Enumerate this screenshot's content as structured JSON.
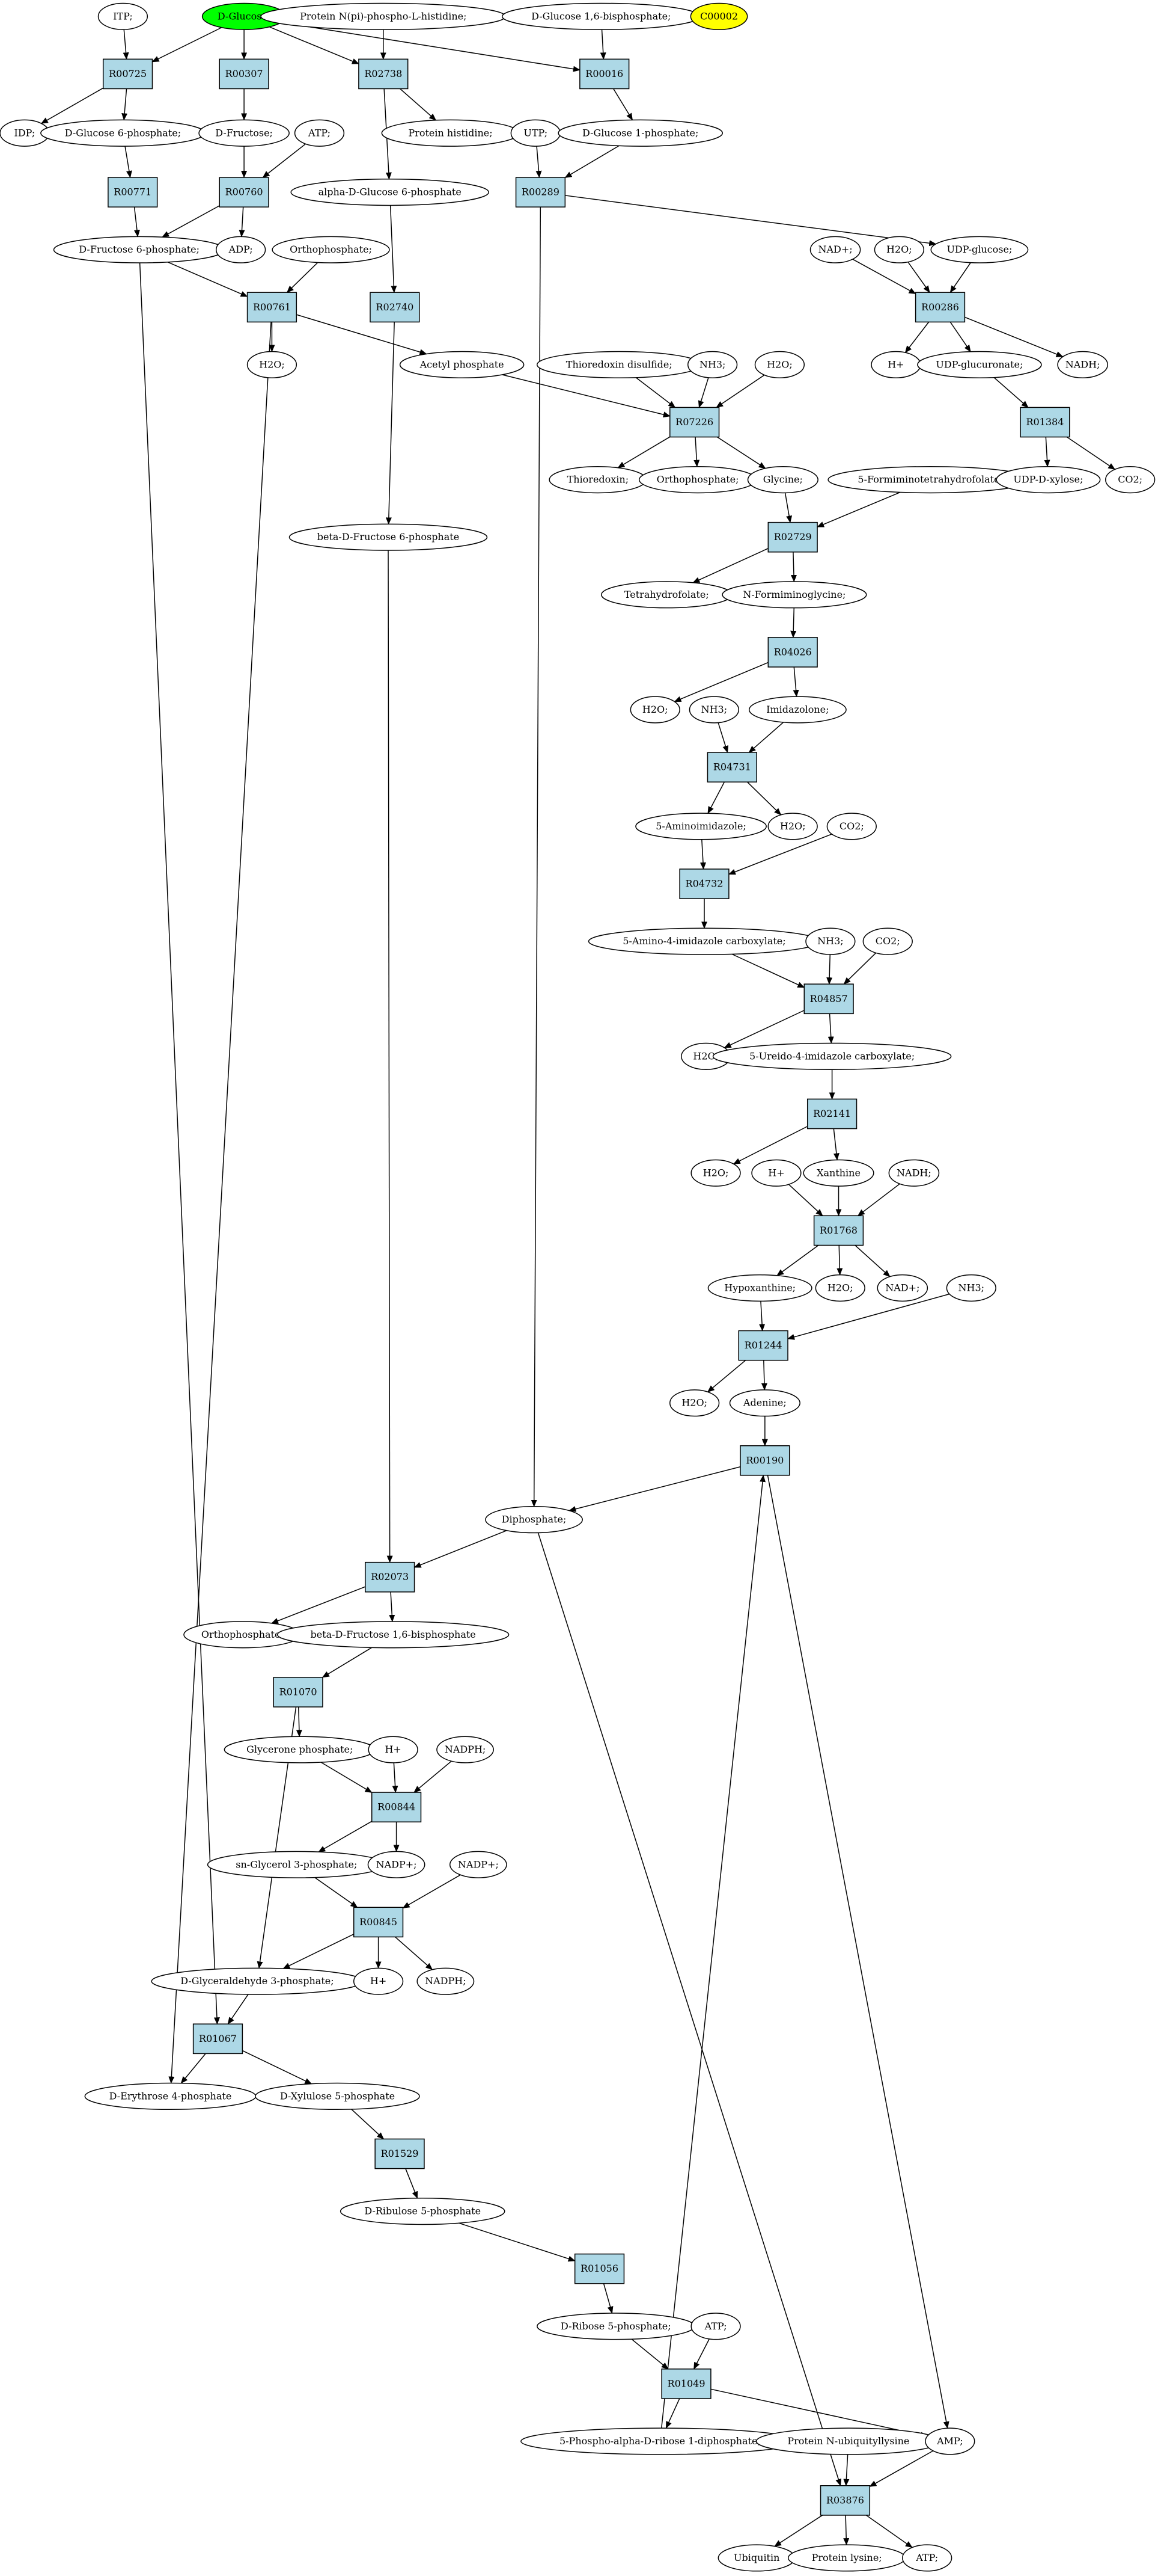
{
  "colors": {
    "reaction_fill": "#add8e6",
    "compound_fill": "#ffffff",
    "start_fill": "#00ff00",
    "query_fill": "#ffff00"
  },
  "nodes": [
    {
      "id": "itp",
      "label": "ITP;",
      "kind": "compound"
    },
    {
      "id": "dglucose",
      "label": "D-Glucose;",
      "kind": "start"
    },
    {
      "id": "protnphos",
      "label": "Protein N(pi)-phospho-L-histidine;",
      "kind": "compound"
    },
    {
      "id": "dglc16bp",
      "label": "D-Glucose 1,6-bisphosphate;",
      "kind": "compound"
    },
    {
      "id": "c00002",
      "label": "C00002",
      "kind": "query"
    },
    {
      "id": "R00725",
      "label": "R00725",
      "kind": "reaction"
    },
    {
      "id": "R00307",
      "label": "R00307",
      "kind": "reaction"
    },
    {
      "id": "R02738",
      "label": "R02738",
      "kind": "reaction"
    },
    {
      "id": "R00016",
      "label": "R00016",
      "kind": "reaction"
    },
    {
      "id": "idp",
      "label": "IDP;",
      "kind": "compound"
    },
    {
      "id": "dg6p",
      "label": "D-Glucose 6-phosphate;",
      "kind": "compound"
    },
    {
      "id": "dfructose",
      "label": "D-Fructose;",
      "kind": "compound"
    },
    {
      "id": "atp1",
      "label": "ATP;",
      "kind": "compound"
    },
    {
      "id": "prothis",
      "label": "Protein histidine;",
      "kind": "compound"
    },
    {
      "id": "utp",
      "label": "UTP;",
      "kind": "compound"
    },
    {
      "id": "dg1p",
      "label": "D-Glucose 1-phosphate;",
      "kind": "compound"
    },
    {
      "id": "R00771",
      "label": "R00771",
      "kind": "reaction"
    },
    {
      "id": "R00760",
      "label": "R00760",
      "kind": "reaction"
    },
    {
      "id": "adg6p",
      "label": "alpha-D-Glucose 6-phosphate",
      "kind": "compound"
    },
    {
      "id": "R00289",
      "label": "R00289",
      "kind": "reaction"
    },
    {
      "id": "df6p",
      "label": "D-Fructose 6-phosphate;",
      "kind": "compound"
    },
    {
      "id": "adp",
      "label": "ADP;",
      "kind": "compound"
    },
    {
      "id": "ortho1",
      "label": "Orthophosphate;",
      "kind": "compound"
    },
    {
      "id": "nadp1",
      "label": "NAD+;",
      "kind": "compound"
    },
    {
      "id": "h2o1",
      "label": "H2O;",
      "kind": "compound"
    },
    {
      "id": "udpglc",
      "label": "UDP-glucose;",
      "kind": "compound"
    },
    {
      "id": "R00761",
      "label": "R00761",
      "kind": "reaction"
    },
    {
      "id": "R02740",
      "label": "R02740",
      "kind": "reaction"
    },
    {
      "id": "R00286",
      "label": "R00286",
      "kind": "reaction"
    },
    {
      "id": "h2o2",
      "label": "H2O;",
      "kind": "compound"
    },
    {
      "id": "acetylp",
      "label": "Acetyl phosphate",
      "kind": "compound"
    },
    {
      "id": "thiodis",
      "label": "Thioredoxin disulfide;",
      "kind": "compound"
    },
    {
      "id": "nh3a",
      "label": "NH3;",
      "kind": "compound"
    },
    {
      "id": "h2o3",
      "label": "H2O;",
      "kind": "compound"
    },
    {
      "id": "hplus1",
      "label": "H+",
      "kind": "compound"
    },
    {
      "id": "udpglcur",
      "label": "UDP-glucuronate;",
      "kind": "compound"
    },
    {
      "id": "nadh1",
      "label": "NADH;",
      "kind": "compound"
    },
    {
      "id": "R07226",
      "label": "R07226",
      "kind": "reaction"
    },
    {
      "id": "R01384",
      "label": "R01384",
      "kind": "reaction"
    },
    {
      "id": "thiored",
      "label": "Thioredoxin;",
      "kind": "compound"
    },
    {
      "id": "ortho2",
      "label": "Orthophosphate;",
      "kind": "compound"
    },
    {
      "id": "glycine",
      "label": "Glycine;",
      "kind": "compound"
    },
    {
      "id": "fthf",
      "label": "5-Formiminotetrahydrofolate;",
      "kind": "compound"
    },
    {
      "id": "udpxyl",
      "label": "UDP-D-xylose;",
      "kind": "compound"
    },
    {
      "id": "co2a",
      "label": "CO2;",
      "kind": "compound"
    },
    {
      "id": "bdf6p",
      "label": "beta-D-Fructose 6-phosphate",
      "kind": "compound"
    },
    {
      "id": "R02729",
      "label": "R02729",
      "kind": "reaction"
    },
    {
      "id": "thf",
      "label": "Tetrahydrofolate;",
      "kind": "compound"
    },
    {
      "id": "nfgly",
      "label": "N-Formiminoglycine;",
      "kind": "compound"
    },
    {
      "id": "R04026",
      "label": "R04026",
      "kind": "reaction"
    },
    {
      "id": "h2o4",
      "label": "H2O;",
      "kind": "compound"
    },
    {
      "id": "nh3b",
      "label": "NH3;",
      "kind": "compound"
    },
    {
      "id": "imidazolone",
      "label": "Imidazolone;",
      "kind": "compound"
    },
    {
      "id": "R04731",
      "label": "R04731",
      "kind": "reaction"
    },
    {
      "id": "aminoimid",
      "label": "5-Aminoimidazole;",
      "kind": "compound"
    },
    {
      "id": "h2o5",
      "label": "H2O;",
      "kind": "compound"
    },
    {
      "id": "co2b",
      "label": "CO2;",
      "kind": "compound"
    },
    {
      "id": "R04732",
      "label": "R04732",
      "kind": "reaction"
    },
    {
      "id": "aicarb",
      "label": "5-Amino-4-imidazole carboxylate;",
      "kind": "compound"
    },
    {
      "id": "nh3c",
      "label": "NH3;",
      "kind": "compound"
    },
    {
      "id": "co2c",
      "label": "CO2;",
      "kind": "compound"
    },
    {
      "id": "R04857",
      "label": "R04857",
      "kind": "reaction"
    },
    {
      "id": "h2o6",
      "label": "H2O;",
      "kind": "compound"
    },
    {
      "id": "uicarb",
      "label": "5-Ureido-4-imidazole carboxylate;",
      "kind": "compound"
    },
    {
      "id": "R02141",
      "label": "R02141",
      "kind": "reaction"
    },
    {
      "id": "h2o7",
      "label": "H2O;",
      "kind": "compound"
    },
    {
      "id": "hplus2",
      "label": "H+",
      "kind": "compound"
    },
    {
      "id": "xanthine",
      "label": "Xanthine",
      "kind": "compound"
    },
    {
      "id": "nadh2",
      "label": "NADH;",
      "kind": "compound"
    },
    {
      "id": "R01768",
      "label": "R01768",
      "kind": "reaction"
    },
    {
      "id": "hypox",
      "label": "Hypoxanthine;",
      "kind": "compound"
    },
    {
      "id": "h2o8",
      "label": "H2O;",
      "kind": "compound"
    },
    {
      "id": "nadplus2",
      "label": "NAD+;",
      "kind": "compound"
    },
    {
      "id": "nh3d",
      "label": "NH3;",
      "kind": "compound"
    },
    {
      "id": "R01244",
      "label": "R01244",
      "kind": "reaction"
    },
    {
      "id": "h2o9",
      "label": "H2O;",
      "kind": "compound"
    },
    {
      "id": "adenine",
      "label": "Adenine;",
      "kind": "compound"
    },
    {
      "id": "R00190",
      "label": "R00190",
      "kind": "reaction"
    },
    {
      "id": "diphos",
      "label": "Diphosphate;",
      "kind": "compound"
    },
    {
      "id": "R02073",
      "label": "R02073",
      "kind": "reaction"
    },
    {
      "id": "ortho3",
      "label": "Orthophosphate;",
      "kind": "compound"
    },
    {
      "id": "bdf16bp",
      "label": "beta-D-Fructose 1,6-bisphosphate",
      "kind": "compound"
    },
    {
      "id": "R01070",
      "label": "R01070",
      "kind": "reaction"
    },
    {
      "id": "glyceronep",
      "label": "Glycerone phosphate;",
      "kind": "compound"
    },
    {
      "id": "hplus3",
      "label": "H+",
      "kind": "compound"
    },
    {
      "id": "nadph1",
      "label": "NADPH;",
      "kind": "compound"
    },
    {
      "id": "R00844",
      "label": "R00844",
      "kind": "reaction"
    },
    {
      "id": "sng3p",
      "label": "sn-Glycerol 3-phosphate;",
      "kind": "compound"
    },
    {
      "id": "nadpplus1",
      "label": "NADP+;",
      "kind": "compound"
    },
    {
      "id": "nadpplus2",
      "label": "NADP+;",
      "kind": "compound"
    },
    {
      "id": "R00845",
      "label": "R00845",
      "kind": "reaction"
    },
    {
      "id": "dga3p",
      "label": "D-Glyceraldehyde 3-phosphate;",
      "kind": "compound"
    },
    {
      "id": "hplus4",
      "label": "H+",
      "kind": "compound"
    },
    {
      "id": "nadph2",
      "label": "NADPH;",
      "kind": "compound"
    },
    {
      "id": "R01067",
      "label": "R01067",
      "kind": "reaction"
    },
    {
      "id": "de4p",
      "label": "D-Erythrose 4-phosphate",
      "kind": "compound"
    },
    {
      "id": "dx5p",
      "label": "D-Xylulose 5-phosphate",
      "kind": "compound"
    },
    {
      "id": "R01529",
      "label": "R01529",
      "kind": "reaction"
    },
    {
      "id": "dru5p",
      "label": "D-Ribulose 5-phosphate",
      "kind": "compound"
    },
    {
      "id": "R01056",
      "label": "R01056",
      "kind": "reaction"
    },
    {
      "id": "dr5p",
      "label": "D-Ribose 5-phosphate;",
      "kind": "compound"
    },
    {
      "id": "atp2",
      "label": "ATP;",
      "kind": "compound"
    },
    {
      "id": "R01049",
      "label": "R01049",
      "kind": "reaction"
    },
    {
      "id": "prpp",
      "label": "5-Phospho-alpha-D-ribose 1-diphosphate;",
      "kind": "compound"
    },
    {
      "id": "protnubl",
      "label": "Protein N-ubiquityllysine",
      "kind": "compound"
    },
    {
      "id": "amp",
      "label": "AMP;",
      "kind": "compound"
    },
    {
      "id": "R03876",
      "label": "R03876",
      "kind": "reaction"
    },
    {
      "id": "ubiquitin",
      "label": "Ubiquitin",
      "kind": "compound"
    },
    {
      "id": "protlys",
      "label": "Protein lysine;",
      "kind": "compound"
    },
    {
      "id": "atp3",
      "label": "ATP;",
      "kind": "compound"
    }
  ],
  "edges": [
    [
      "itp",
      "R00725"
    ],
    [
      "dglucose",
      "R00725"
    ],
    [
      "dglucose",
      "R00307"
    ],
    [
      "dglucose",
      "R02738"
    ],
    [
      "dglucose",
      "R00016"
    ],
    [
      "protnphos",
      "R02738"
    ],
    [
      "dglc16bp",
      "R00016"
    ],
    [
      "R00725",
      "idp"
    ],
    [
      "R00725",
      "dg6p"
    ],
    [
      "R00307",
      "dfructose"
    ],
    [
      "R02738",
      "prothis"
    ],
    [
      "R02738",
      "adg6p"
    ],
    [
      "R00016",
      "dg1p"
    ],
    [
      "dg6p",
      "R00771"
    ],
    [
      "dfructose",
      "R00760"
    ],
    [
      "atp1",
      "R00760"
    ],
    [
      "utp",
      "R00289"
    ],
    [
      "dg1p",
      "R00289"
    ],
    [
      "R00771",
      "df6p"
    ],
    [
      "R00760",
      "df6p"
    ],
    [
      "R00760",
      "adp"
    ],
    [
      "adg6p",
      "R02740"
    ],
    [
      "R00289",
      "udpglc"
    ],
    [
      "R00289",
      "diphos"
    ],
    [
      "df6p",
      "R00761"
    ],
    [
      "df6p",
      "R01067"
    ],
    [
      "ortho1",
      "R00761"
    ],
    [
      "nadp1",
      "R00286"
    ],
    [
      "h2o1",
      "R00286"
    ],
    [
      "udpglc",
      "R00286"
    ],
    [
      "R00761",
      "h2o2"
    ],
    [
      "R00761",
      "acetylp"
    ],
    [
      "R00761",
      "de4p"
    ],
    [
      "R02740",
      "bdf6p"
    ],
    [
      "R00286",
      "hplus1"
    ],
    [
      "R00286",
      "udpglcur"
    ],
    [
      "R00286",
      "nadh1"
    ],
    [
      "acetylp",
      "R07226"
    ],
    [
      "thiodis",
      "R07226"
    ],
    [
      "nh3a",
      "R07226"
    ],
    [
      "h2o3",
      "R07226"
    ],
    [
      "udpglcur",
      "R01384"
    ],
    [
      "R07226",
      "thiored"
    ],
    [
      "R07226",
      "ortho2"
    ],
    [
      "R07226",
      "glycine"
    ],
    [
      "R01384",
      "udpxyl"
    ],
    [
      "R01384",
      "co2a"
    ],
    [
      "glycine",
      "R02729"
    ],
    [
      "fthf",
      "R02729"
    ],
    [
      "R02729",
      "thf"
    ],
    [
      "R02729",
      "nfgly"
    ],
    [
      "nfgly",
      "R04026"
    ],
    [
      "R04026",
      "h2o4"
    ],
    [
      "R04026",
      "imidazolone"
    ],
    [
      "nh3b",
      "R04731"
    ],
    [
      "imidazolone",
      "R04731"
    ],
    [
      "R04731",
      "aminoimid"
    ],
    [
      "R04731",
      "h2o5"
    ],
    [
      "aminoimid",
      "R04732"
    ],
    [
      "co2b",
      "R04732"
    ],
    [
      "R04732",
      "aicarb"
    ],
    [
      "aicarb",
      "R04857"
    ],
    [
      "nh3c",
      "R04857"
    ],
    [
      "co2c",
      "R04857"
    ],
    [
      "R04857",
      "h2o6"
    ],
    [
      "R04857",
      "uicarb"
    ],
    [
      "uicarb",
      "R02141"
    ],
    [
      "R02141",
      "h2o7"
    ],
    [
      "R02141",
      "xanthine"
    ],
    [
      "hplus2",
      "R01768"
    ],
    [
      "xanthine",
      "R01768"
    ],
    [
      "nadh2",
      "R01768"
    ],
    [
      "R01768",
      "hypox"
    ],
    [
      "R01768",
      "h2o8"
    ],
    [
      "R01768",
      "nadplus2"
    ],
    [
      "hypox",
      "R01244"
    ],
    [
      "nh3d",
      "R01244"
    ],
    [
      "R01244",
      "h2o9"
    ],
    [
      "R01244",
      "adenine"
    ],
    [
      "adenine",
      "R00190"
    ],
    [
      "prpp",
      "R00190"
    ],
    [
      "R00190",
      "diphos"
    ],
    [
      "R00190",
      "amp"
    ],
    [
      "bdf6p",
      "R02073"
    ],
    [
      "diphos",
      "R02073"
    ],
    [
      "diphos",
      "R03876"
    ],
    [
      "R02073",
      "ortho3"
    ],
    [
      "R02073",
      "bdf16bp"
    ],
    [
      "bdf16bp",
      "R01070"
    ],
    [
      "R01070",
      "glyceronep"
    ],
    [
      "R01070",
      "dga3p"
    ],
    [
      "glyceronep",
      "R00844"
    ],
    [
      "hplus3",
      "R00844"
    ],
    [
      "nadph1",
      "R00844"
    ],
    [
      "R00844",
      "sng3p"
    ],
    [
      "R00844",
      "nadpplus1"
    ],
    [
      "sng3p",
      "R00845"
    ],
    [
      "nadpplus2",
      "R00845"
    ],
    [
      "R00845",
      "dga3p"
    ],
    [
      "R00845",
      "hplus4"
    ],
    [
      "R00845",
      "nadph2"
    ],
    [
      "dga3p",
      "R01067"
    ],
    [
      "R01067",
      "de4p"
    ],
    [
      "R01067",
      "dx5p"
    ],
    [
      "dx5p",
      "R01529"
    ],
    [
      "R01529",
      "dru5p"
    ],
    [
      "dru5p",
      "R01056"
    ],
    [
      "R01056",
      "dr5p"
    ],
    [
      "dr5p",
      "R01049"
    ],
    [
      "atp2",
      "R01049"
    ],
    [
      "R01049",
      "prpp"
    ],
    [
      "R01049",
      "amp"
    ],
    [
      "protnubl",
      "R03876"
    ],
    [
      "amp",
      "R03876"
    ],
    [
      "R03876",
      "ubiquitin"
    ],
    [
      "R03876",
      "protlys"
    ],
    [
      "R03876",
      "atp3"
    ]
  ]
}
